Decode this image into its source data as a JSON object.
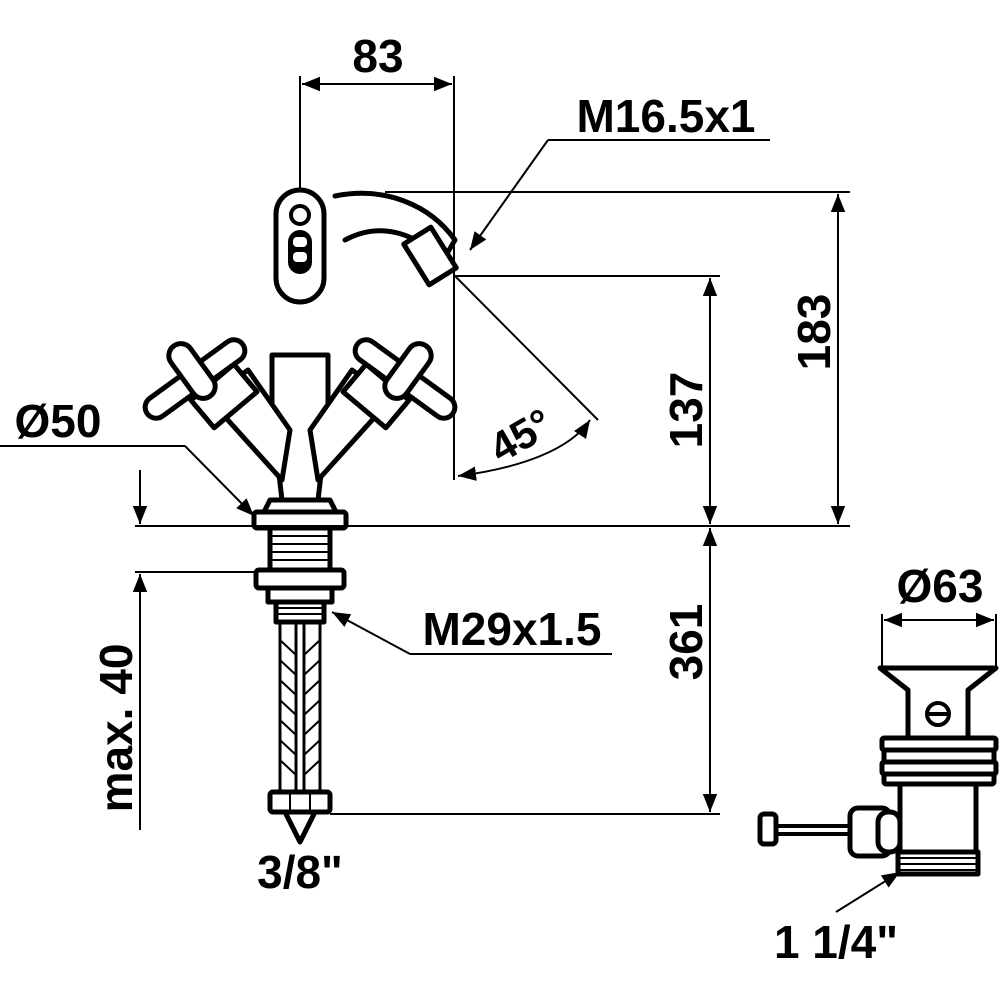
{
  "dimensions": {
    "width_83": "83",
    "outlet_thread": "M16.5x1",
    "height_183": "183",
    "height_137": "137",
    "angle": "45°",
    "diameter_50": "Ø50",
    "max_40": "max. 40",
    "thread_m29": "M29x1.5",
    "length_361": "361",
    "connection_3_8": "3/8\"",
    "diameter_63": "Ø63",
    "waste_1_1_4": "1 1/4\""
  },
  "colors": {
    "line": "#000000",
    "background": "#ffffff"
  }
}
